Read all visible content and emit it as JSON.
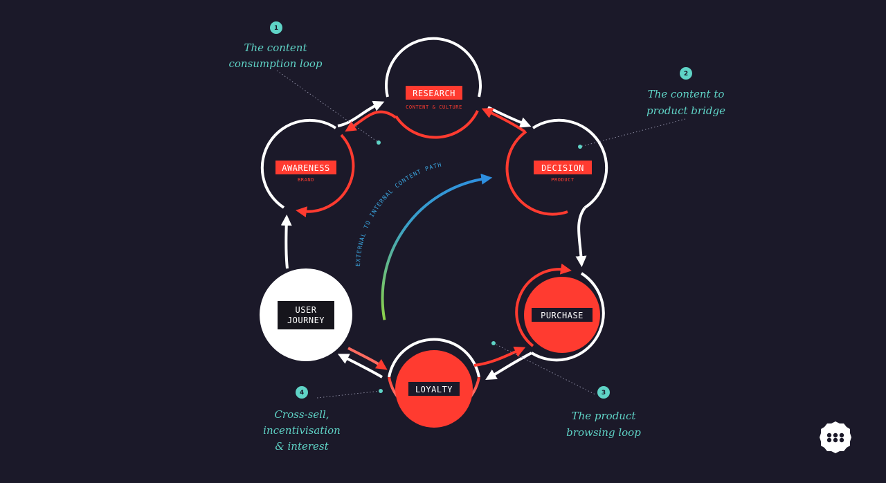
{
  "stages": {
    "research": {
      "label": "RESEARCH",
      "sub": "CONTENT & CULTURE"
    },
    "awareness": {
      "label": "AWARENESS",
      "sub": "BRAND"
    },
    "decision": {
      "label": "DECISION",
      "sub": "PRODUCT"
    },
    "purchase": {
      "label": "PURCHASE"
    },
    "loyalty": {
      "label": "LOYALTY"
    },
    "user_journey": {
      "line1": "USER",
      "line2": "JOURNEY"
    }
  },
  "center_path": "EXTERNAL TO INTERNAL CONTENT PATH",
  "notes": {
    "n1": {
      "num": "1",
      "line1": "The content",
      "line2": "consumption loop"
    },
    "n2": {
      "num": "2",
      "line1": "The content to",
      "line2": "product bridge"
    },
    "n3": {
      "num": "3",
      "line1": "The product",
      "line2": "browsing loop"
    },
    "n4": {
      "num": "4",
      "line1": "Cross-sell,",
      "line2": "incentivisation",
      "line3": "& interest"
    }
  },
  "colors": {
    "background": "#1b1929",
    "red": "#ff3b30",
    "white": "#ffffff",
    "teal": "#5fd3c6",
    "gradient_start": "#8bd14a",
    "gradient_end": "#2e8fe0"
  },
  "logo_icon": "badge-logo-icon"
}
